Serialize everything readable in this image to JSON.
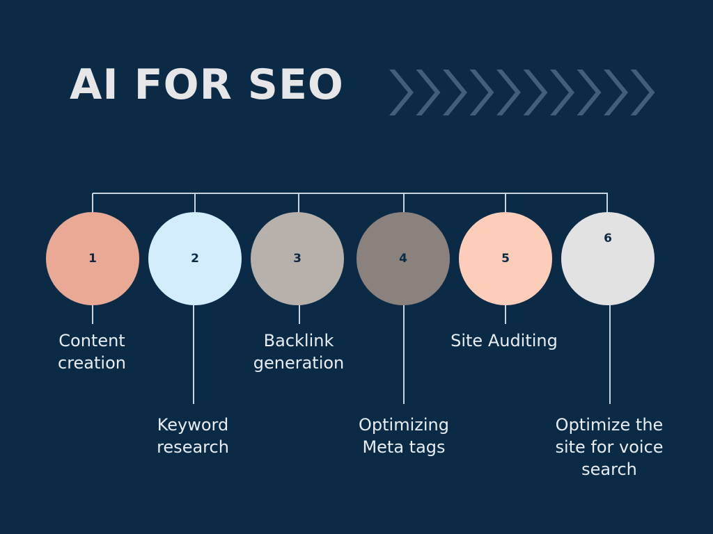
{
  "title": "AI FOR SEO",
  "colors": {
    "background": "#0b2a45",
    "title": "#e6e6e6",
    "chevron": "#3f5f7a",
    "connector": "#c9d6e0",
    "label": "#e8edf2"
  },
  "decoration": {
    "chevron_count": 10,
    "icon": "chevron-right-icon"
  },
  "steps": [
    {
      "number": "1",
      "label": "Content\ncreation",
      "color": "#eaa994",
      "label_position": "upper"
    },
    {
      "number": "2",
      "label": "Keyword\nresearch",
      "color": "#d2ecfb",
      "label_position": "lower"
    },
    {
      "number": "3",
      "label": "Backlink\ngeneration",
      "color": "#b8b1ab",
      "label_position": "upper"
    },
    {
      "number": "4",
      "label": "Optimizing\nMeta tags",
      "color": "#8c827d",
      "label_position": "lower"
    },
    {
      "number": "5",
      "label": "Site Auditing",
      "color": "#fdcdb9",
      "label_position": "upper"
    },
    {
      "number": "6",
      "label": "Optimize the\nsite for voice\nsearch",
      "color": "#e2e2e2",
      "label_position": "lower"
    }
  ]
}
